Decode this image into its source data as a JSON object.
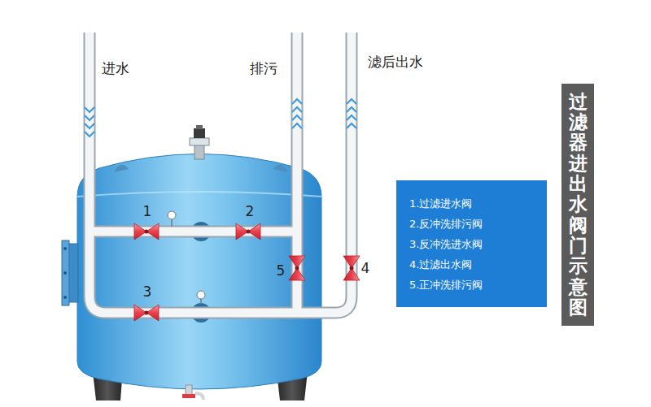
{
  "diagram": {
    "title": "过滤器进出水阀门示意图",
    "nodes": [
      {
        "text": [
          "1.过滤进水阀",
          "2.反冲洗排污阀",
          "3.反冲洗进水阀",
          "4.过滤出水阀",
          "5.正冲洗排污阀"
        ]
      }
    ],
    "labels": [
      "进水",
      "排污",
      "滤后出水",
      "1",
      "2",
      "3",
      "4",
      "5"
    ]
  }
}
